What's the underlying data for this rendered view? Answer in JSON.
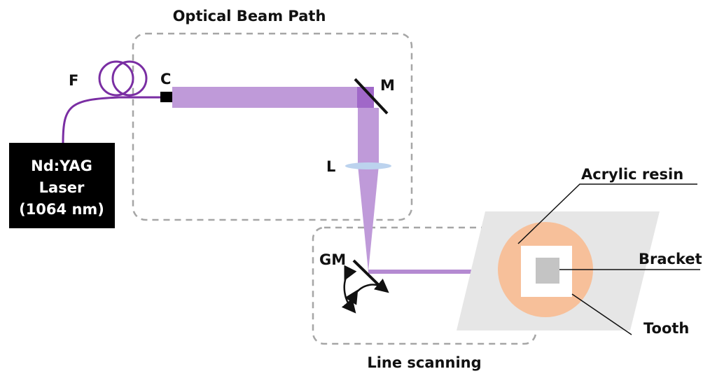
{
  "titles": {
    "optical_beam_path": "Optical Beam Path",
    "line_scanning": "Line scanning"
  },
  "laser": {
    "line1": "Nd:YAG",
    "line2": "Laser",
    "line3": "(1064 nm)"
  },
  "component_labels": {
    "fiber": "F",
    "collimator": "C",
    "mirror": "M",
    "lens": "L",
    "galvo_mirror": "GM"
  },
  "sample_labels": {
    "acrylic_resin": "Acrylic resin",
    "bracket": "Bracket",
    "tooth": "Tooth"
  },
  "colors": {
    "beam": "#b48ad1",
    "beam_dark": "#9a5fc4",
    "fiber": "#7a2ea3",
    "resin": "#f7c09a",
    "plate": "#e6e6e6",
    "bracket": "#c4c4c4",
    "dash_box": "#a6a6a6",
    "lens": "#bcd3ee"
  }
}
